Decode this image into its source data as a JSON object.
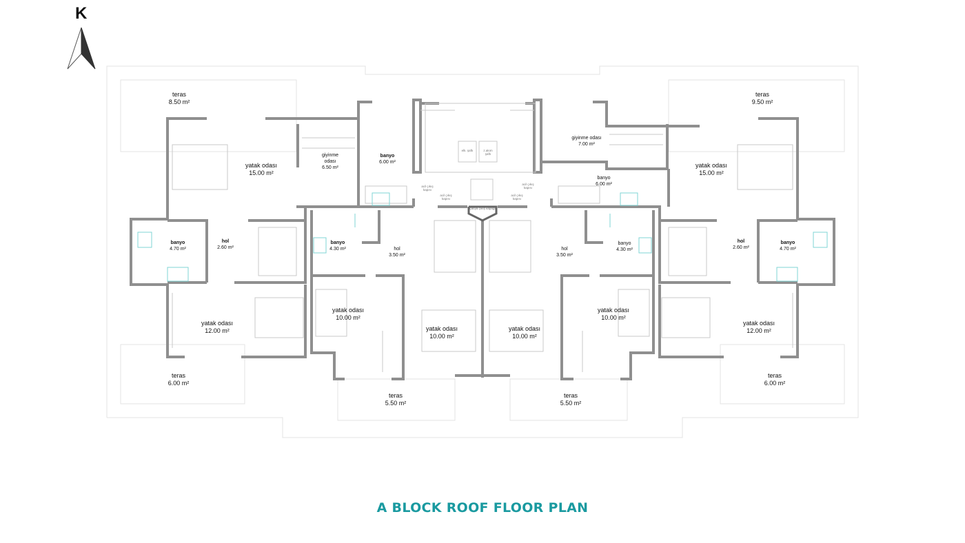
{
  "north": {
    "label": "K",
    "icon": "north-arrow-icon"
  },
  "title": "A BLOCK ROOF FLOOR PLAN",
  "colors": {
    "title": "#1a9aa0",
    "walls": "#9a9a9a",
    "fixtures": "#7fd6d6",
    "text": "#111111"
  },
  "rooms": {
    "teras_tl": {
      "name": "teras",
      "area": "8.50 m²"
    },
    "teras_tr": {
      "name": "teras",
      "area": "9.50 m²"
    },
    "teras_bl": {
      "name": "teras",
      "area": "6.00 m²"
    },
    "teras_br": {
      "name": "teras",
      "area": "6.00 m²"
    },
    "teras_bcl": {
      "name": "teras",
      "area": "5.50 m²"
    },
    "teras_bcr": {
      "name": "teras",
      "area": "5.50 m²"
    },
    "yatak_l1": {
      "name": "yatak odası",
      "area": "15.00 m²"
    },
    "yatak_r1": {
      "name": "yatak odası",
      "area": "15.00 m²"
    },
    "yatak_l2": {
      "name": "yatak odası",
      "area": "12.00 m²"
    },
    "yatak_r2": {
      "name": "yatak odası",
      "area": "12.00 m²"
    },
    "yatak_c1": {
      "name": "yatak odası",
      "area": "10.00 m²"
    },
    "yatak_c2": {
      "name": "yatak odası",
      "area": "10.00 m²"
    },
    "yatak_c3": {
      "name": "yatak odası",
      "area": "10.00 m²"
    },
    "yatak_c4": {
      "name": "yatak odası",
      "area": "10.00 m²"
    },
    "giyinme_l": {
      "name": "giyinme odası",
      "area": "6.50 m²"
    },
    "giyinme_r": {
      "name": "giyinme odası",
      "area": "7.00 m²"
    },
    "banyo_tl": {
      "name": "banyo",
      "area": "6.00 m²"
    },
    "banyo_tr": {
      "name": "banyo",
      "area": "6.00 m²"
    },
    "banyo_ml": {
      "name": "banyo",
      "area": "4.70 m²"
    },
    "banyo_mr": {
      "name": "banyo",
      "area": "4.70 m²"
    },
    "banyo_cl": {
      "name": "banyo",
      "area": "4.30 m²"
    },
    "banyo_cr": {
      "name": "banyo",
      "area": "4.30 m²"
    },
    "hol_l": {
      "name": "hol",
      "area": "2.60 m²"
    },
    "hol_r": {
      "name": "hol",
      "area": "2.60 m²"
    },
    "hol_cl": {
      "name": "hol",
      "area": "3.50 m²"
    },
    "hol_cr": {
      "name": "hol",
      "area": "3.50 m²"
    }
  },
  "notes": {
    "exit_l1": "acil çıkış kapısı",
    "exit_l2": "acil çıkış kapısı",
    "exit_r1": "acil çıkış kapısı",
    "exit_r2": "acil çıkış kapısı",
    "shaft_1": "elk. şaftı",
    "shaft_2": "z.akım şaftı",
    "stair_door": "çatıya çıkış kapağı"
  }
}
